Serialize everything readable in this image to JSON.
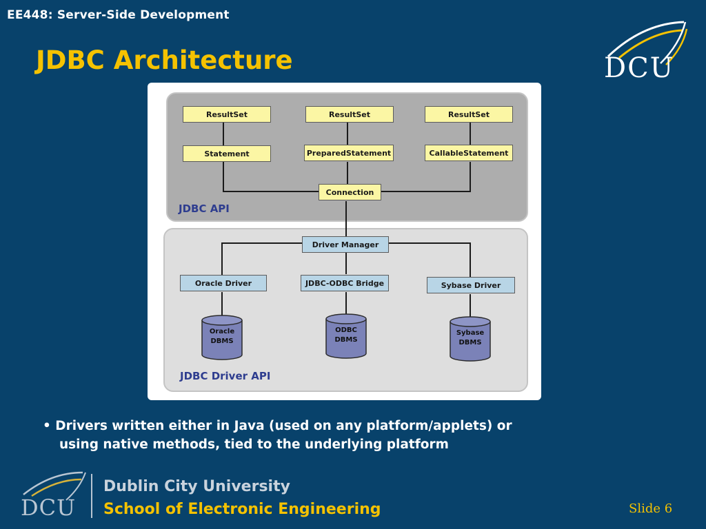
{
  "header": {
    "course": "EE448: Server-Side Development",
    "title": "JDBC Architecture"
  },
  "logo": {
    "text": "DCU"
  },
  "diagram": {
    "api_label": "JDBC API",
    "driver_api_label": "JDBC Driver API",
    "api": {
      "resultsets": [
        "ResultSet",
        "ResultSet",
        "ResultSet"
      ],
      "statements": [
        "Statement",
        "PreparedStatement",
        "CallableStatement"
      ],
      "connection": "Connection"
    },
    "drivers": {
      "manager": "Driver Manager",
      "items": [
        "Oracle Driver",
        "JDBC-ODBC Bridge",
        "Sybase Driver"
      ],
      "databases": [
        {
          "line1": "Oracle",
          "line2": "DBMS"
        },
        {
          "line1": "ODBC",
          "line2": "DBMS"
        },
        {
          "line1": "Sybase",
          "line2": "DBMS"
        }
      ]
    },
    "colors": {
      "api_box": "#fbf6a4",
      "driver_box": "#b8d5e6",
      "database": "#7b82b8",
      "label": "#2e3d8f"
    }
  },
  "bullet": {
    "marker": "•",
    "line1": "Drivers written either in Java (used on any platform/applets) or",
    "line2": "using native methods, tied to the underlying platform"
  },
  "footer": {
    "logo_text": "DCU",
    "university": "Dublin City University",
    "school": "School of Electronic Engineering",
    "slide_label": "Slide 6"
  },
  "theme": {
    "background": "#08426b",
    "accent": "#f5c200"
  }
}
